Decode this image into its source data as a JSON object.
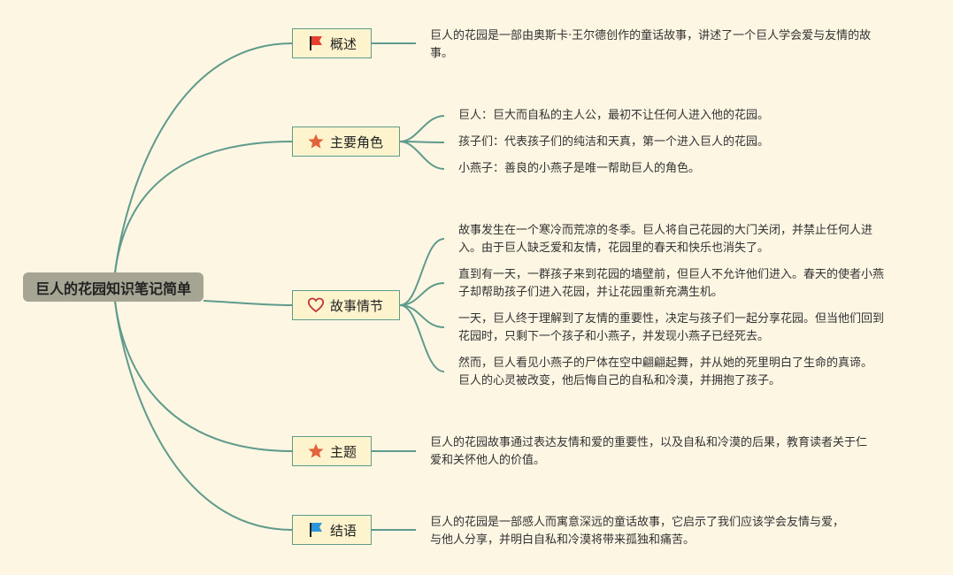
{
  "root": {
    "title": "巨人的花园知识笔记简单"
  },
  "colors": {
    "background": "#fcf6e3",
    "line": "#5f9b8c",
    "root_fill": "#a6a493",
    "topic_fill": "#fdf4cd",
    "flag_red": "#e8402f",
    "star_orange": "#e3633a",
    "flag_blue": "#2f95db"
  },
  "topics": [
    {
      "id": "overview",
      "label": "概述",
      "icon": "red-flag-icon",
      "leaves": [
        "巨人的花园是一部由奥斯卡·王尔德创作的童话故事，讲述了一个巨人学会爱与友情的故事。"
      ]
    },
    {
      "id": "characters",
      "label": "主要角色",
      "icon": "star-icon",
      "leaves": [
        "巨人：巨大而自私的主人公，最初不让任何人进入他的花园。",
        "孩子们：代表孩子们的纯洁和天真，第一个进入巨人的花园。",
        "小燕子：善良的小燕子是唯一帮助巨人的角色。"
      ]
    },
    {
      "id": "plot",
      "label": "故事情节",
      "icon": "heart-icon",
      "leaves": [
        "故事发生在一个寒冷而荒凉的冬季。巨人将自己花园的大门关闭，并禁止任何人进入。由于巨人缺乏爱和友情，花园里的春天和快乐也消失了。",
        "直到有一天，一群孩子来到花园的墙壁前，但巨人不允许他们进入。春天的使者小燕子却帮助孩子们进入花园，并让花园重新充满生机。",
        "一天，巨人终于理解到了友情的重要性，决定与孩子们一起分享花园。但当他们回到花园时，只剩下一个孩子和小燕子，并发现小燕子已经死去。",
        "然而，巨人看见小燕子的尸体在空中翩翩起舞，并从她的死里明白了生命的真谛。巨人的心灵被改变，他后悔自己的自私和冷漠，并拥抱了孩子。"
      ]
    },
    {
      "id": "theme",
      "label": "主题",
      "icon": "star-icon",
      "leaves": [
        "巨人的花园故事通过表达友情和爱的重要性，以及自私和冷漠的后果，教育读者关于仁爱和关怀他人的价值。"
      ]
    },
    {
      "id": "conclusion",
      "label": "结语",
      "icon": "blue-flag-icon",
      "leaves": [
        "巨人的花园是一部感人而寓意深远的童话故事，它启示了我们应该学会友情与爱，与他人分享，并明白自私和冷漠将带来孤独和痛苦。"
      ]
    }
  ]
}
